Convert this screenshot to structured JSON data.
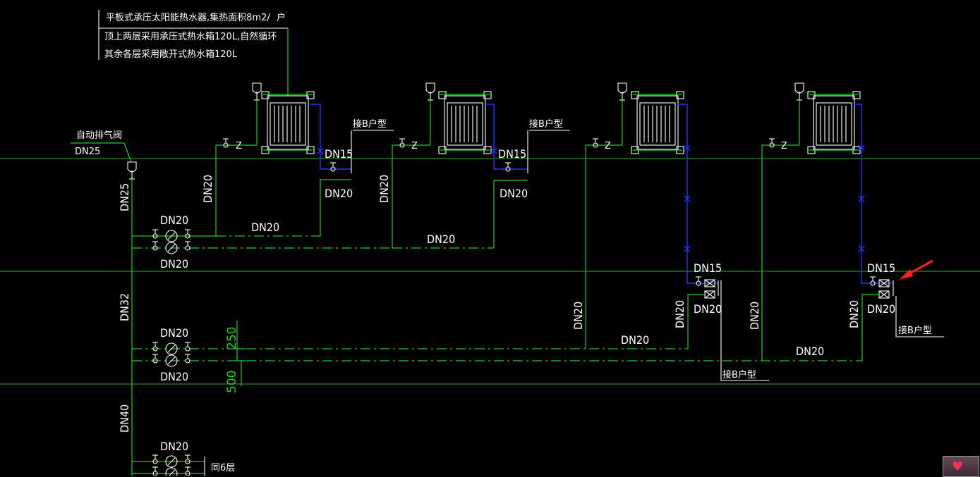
{
  "title_note": {
    "line1": "平板式承压太阳能热水器,集热面积8m2/",
    "line1_suffix": "户",
    "line2": "顶上两层采用承压式热水箱120L,自然循环",
    "line3": "其余各层采用敞开式热水箱120L"
  },
  "air_valve_label": "自动排气阀",
  "labels": {
    "dn25": "DN25",
    "dn20": "DN20",
    "dn15": "DN15",
    "dn32": "DN32",
    "dn40": "DN40",
    "b_type": "接B户型",
    "same_floor": "同6层",
    "dim_250": "250",
    "dim_500": "500"
  },
  "colors": {
    "background": "#000000",
    "pipe_green": "#22cc22",
    "pipe_blue": "#2233ff",
    "equipment_white": "#ffffff",
    "arrow_red": "#ff2222"
  },
  "icons": [
    "solar-heater-icon",
    "air-valve-icon",
    "meter-icon",
    "valve-icon"
  ]
}
